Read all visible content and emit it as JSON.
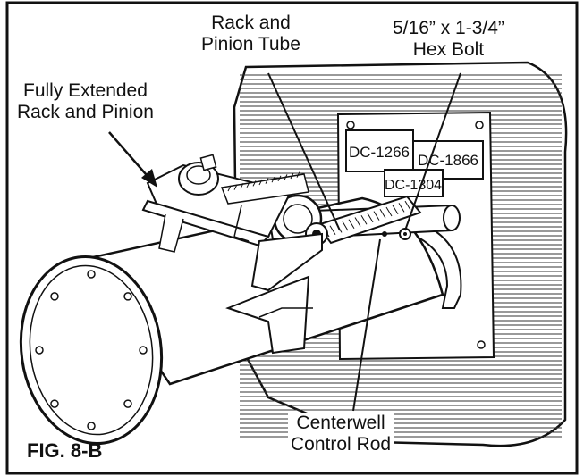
{
  "figure": {
    "caption": "FIG. 8-B",
    "callouts": {
      "fully_extended": [
        "Fully Extended",
        "Rack and Pinion"
      ],
      "rack_tube": [
        "Rack and",
        "Pinion Tube"
      ],
      "hex_bolt": [
        "5/16” x 1-3/4”",
        "Hex Bolt"
      ],
      "centerwell": [
        "Centerwell",
        "Control Rod"
      ]
    },
    "plate_labels": [
      "DC-1266",
      "DC-1866",
      "DC-1304"
    ]
  }
}
